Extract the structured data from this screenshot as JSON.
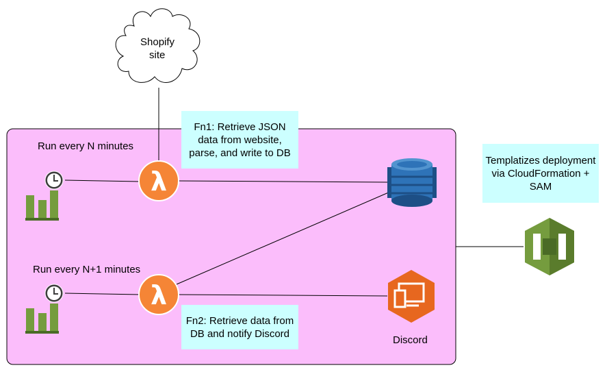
{
  "cloud": {
    "label_line1": "Shopify",
    "label_line2": "site"
  },
  "schedule1": {
    "label": "Run every N minutes"
  },
  "schedule2": {
    "label": "Run every N+1 minutes"
  },
  "fn1_note": {
    "text": "Fn1: Retrieve JSON data from website, parse, and write to DB"
  },
  "fn2_note": {
    "text": "Fn2: Retrieve data from DB and notify Discord"
  },
  "discord": {
    "label": "Discord"
  },
  "sam_note": {
    "text": "Templatizes deployment via CloudFormation + SAM"
  },
  "lambda_symbol": "λ",
  "colors": {
    "region_fill": "#fbbdfb",
    "note_fill": "#ccffff",
    "lambda_orange": "#f58536",
    "dynamodb_blue": "#2e73b8",
    "discord_orange": "#e7671f",
    "cloudformation_green": "#759c3e",
    "cloudwatch_green": "#759c3e"
  },
  "icons": {
    "schedule": "cloudwatch-events-icon",
    "function": "lambda-icon",
    "database": "dynamodb-icon",
    "notification": "desktop-mobile-icon",
    "deployment": "cloudformation-icon"
  }
}
